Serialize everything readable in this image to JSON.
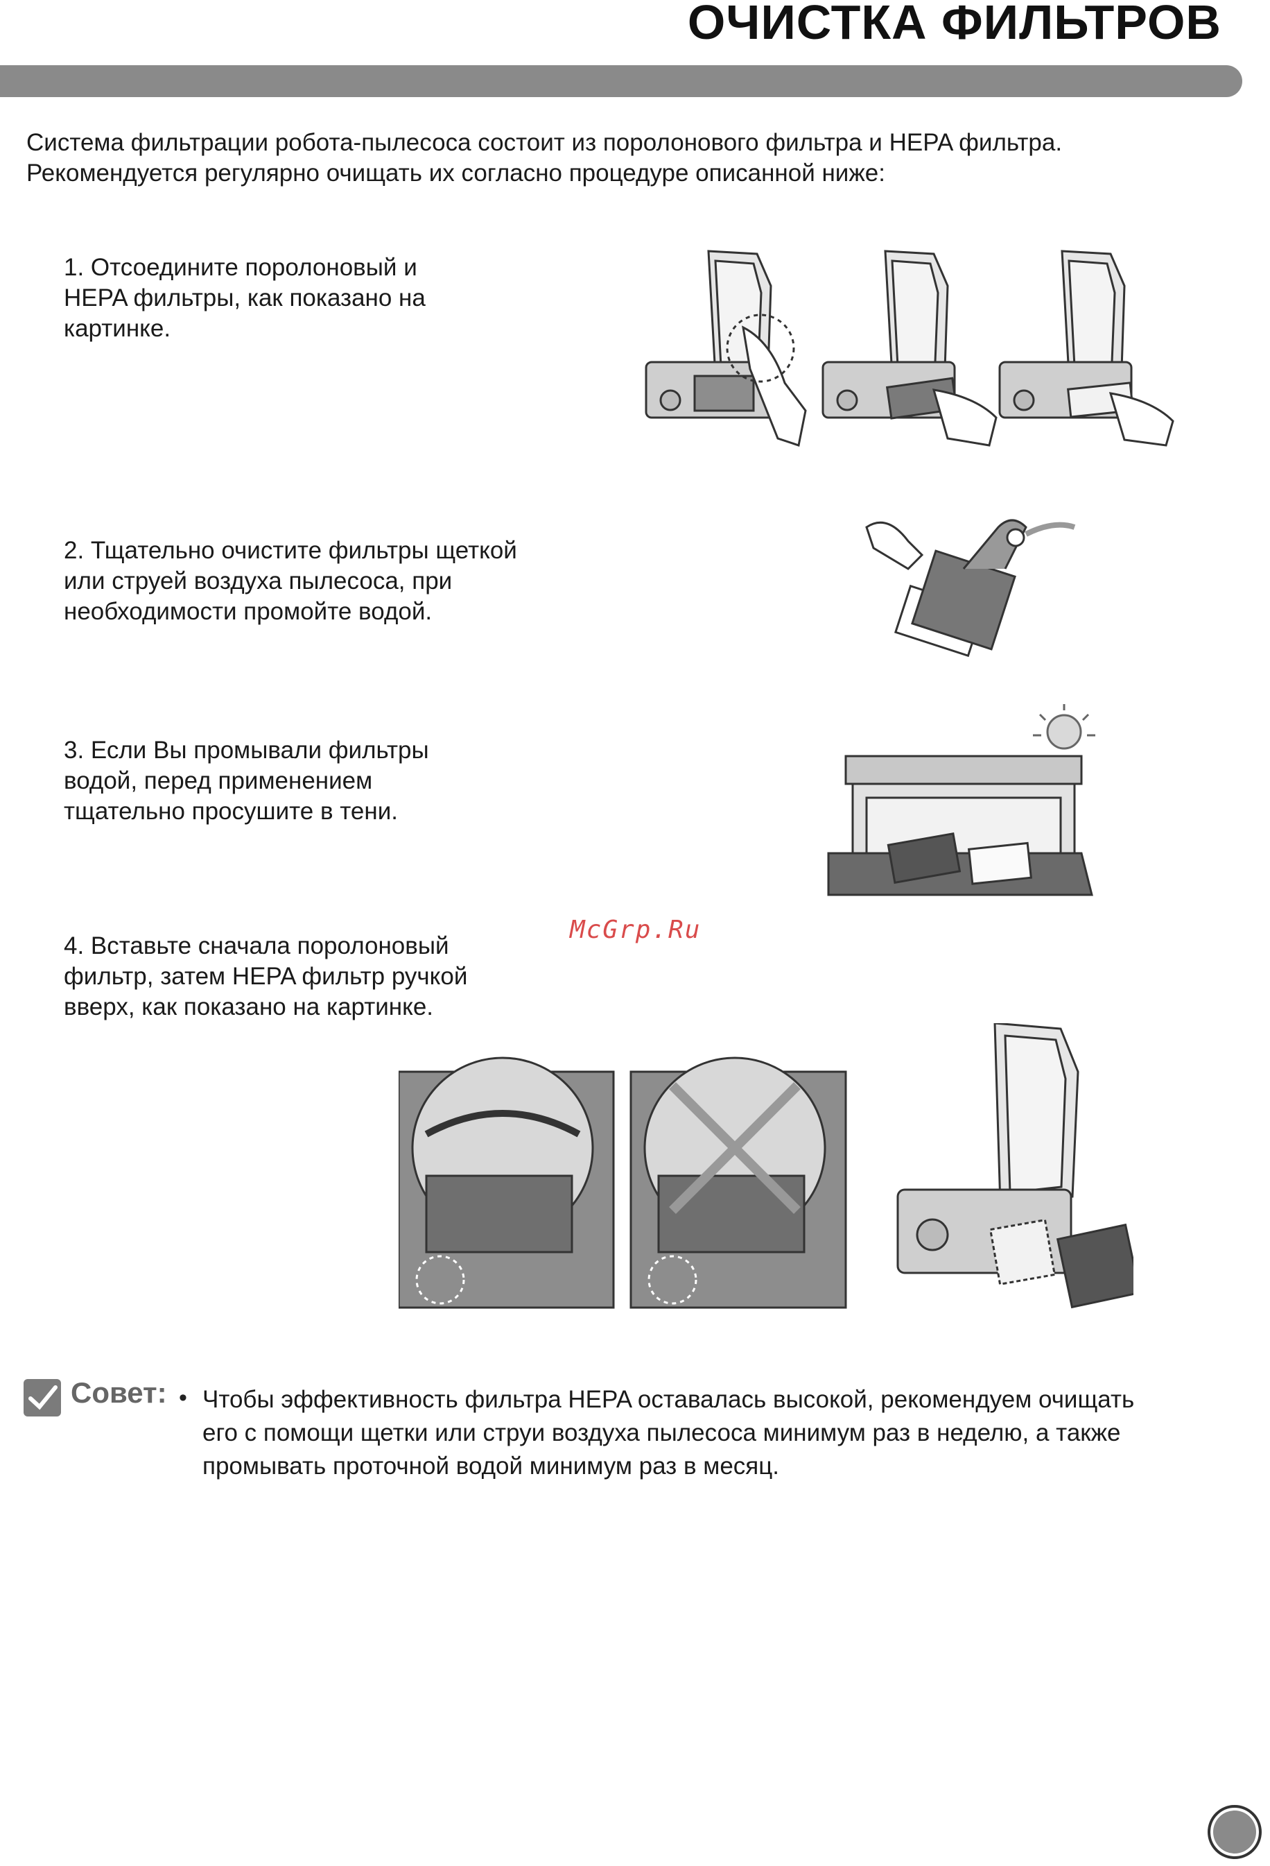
{
  "page": {
    "title": "ОЧИСТКА ФИЛЬТРОВ",
    "intro": [
      "Система фильтрации робота-пылесоса состоит из поролонового фильтра и HEPA фильтра.",
      "Рекомендуется регулярно очищать их согласно процедуре описанной ниже:"
    ]
  },
  "steps": [
    {
      "lines": [
        "1. Отсоедините  поролоновый и",
        "HEPA фильтры, как показано на",
        "картинке."
      ]
    },
    {
      "lines": [
        "2. Тщательно очистите фильтры щеткой",
        "или струей воздуха пылесоса, при",
        "необходимости промойте водой."
      ]
    },
    {
      "lines": [
        "3. Если Вы промывали фильтры",
        "водой, перед применением",
        "тщательно просушите в тени."
      ]
    },
    {
      "lines": [
        "4. Вставьте сначала поролоновый",
        "фильтр, затем HEPA фильтр ручкой",
        "вверх, как показано на картинке."
      ]
    }
  ],
  "watermark": "McGrp.Ru",
  "tip": {
    "label": "Совет:",
    "bullet": "•",
    "lines": [
      "Чтобы эффективность фильтра HEPA оставалась высокой, рекомендуем очищать",
      "его с помощи щетки или струи воздуха пылесоса минимум раз в неделю, а также",
      "промывать проточной водой минимум раз в месяц."
    ]
  },
  "icons": {
    "tip": "checkmark-icon",
    "page": "page-number-circle-icon"
  },
  "colors": {
    "bar": "#8a8a8a",
    "text": "#1a1a1a",
    "watermark": "#d94b4b"
  }
}
